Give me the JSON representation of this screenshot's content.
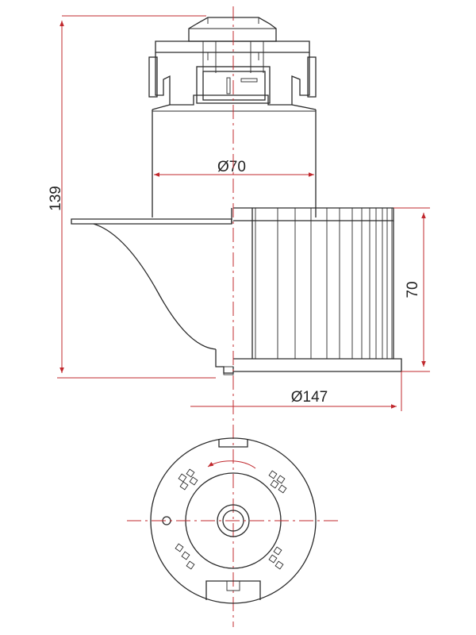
{
  "dimensions": {
    "height_total": "139",
    "diameter_motor": "Ø70",
    "fan_height": "70",
    "diameter_fan": "Ø147"
  },
  "colors": {
    "outline": "#2a2a2a",
    "dimension": "#c0282d"
  }
}
